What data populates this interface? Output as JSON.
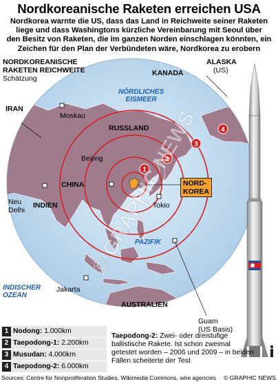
{
  "title": "Nordkoreanische Raketen erreichen USA",
  "intro": [
    "Nordkorea warnte die US, dass das Land in Reichweite seiner Raketen",
    "liege und dass Washingtons kürzliche Vereinbarung mit Seoul über",
    "den Besitz von Raketen, die im ganzen Norden einschlagen könnten, ein",
    "Zeichen für den Plan der Verbündeten wäre, Nordkorea zu erobern"
  ],
  "legend": {
    "heading_line1": "NORDKOREANISCHE",
    "heading_line2": "RAKETEN REICHWEITE",
    "subheading": "Schätzung"
  },
  "map_labels": {
    "kanada": "KANADA",
    "alaska": "ALASKA",
    "alaska_sub": "(US)",
    "arctic_line1": "NÖRDLICHES",
    "arctic_line2": "EISMEER",
    "iran": "IRAN",
    "moskau": "Moskau",
    "russland": "RUSSLAND",
    "beijing": "Beijing",
    "china": "CHINA",
    "nordkorea_line1": "NORD-",
    "nordkorea_line2": "KOREA",
    "tokio": "Tokio",
    "neu_delhi_line1": "Neu",
    "neu_delhi_line2": "Delhi",
    "indien": "INDIEN",
    "pazifik": "PAZIFIK",
    "indian_ocean_line1": "INDISCHER",
    "indian_ocean_line2": "OZEAN",
    "jakarta": "Jakarta",
    "australien": "AUSTRALIEN",
    "guam": "Guam",
    "guam_sub": "(US Basis)",
    "watermark": "© GRAPHIC NEWS"
  },
  "range_markers": [
    "1",
    "2",
    "3",
    "4"
  ],
  "missiles": [
    {
      "num": "1",
      "name": "Nodong:",
      "range": "1.000km"
    },
    {
      "num": "2",
      "name": "Taepodong-1:",
      "range": "2.200km"
    },
    {
      "num": "3",
      "name": "Musudan:",
      "range": "4.000km"
    },
    {
      "num": "4",
      "name": "Taepodong-2:",
      "range": "6.000km"
    }
  ],
  "description": {
    "name": "Taepodong-2:",
    "text": "Zwei- oder dreistufige ballistische Rakete. Ist schon zweimal getestet worden – 2006 und 2009 – in beiden Fällen scheiterte der Test"
  },
  "sources": "Sources: Centre for Nonproliferation Studies, Wikimedia Commons, wire agencies",
  "copyright": "© GRAPHIC NEWS",
  "colors": {
    "ocean": "#c6def0",
    "land": "#a07b8e",
    "ring": "#d42020",
    "marker": "#d42020",
    "north_korea": "#f2a12a"
  }
}
